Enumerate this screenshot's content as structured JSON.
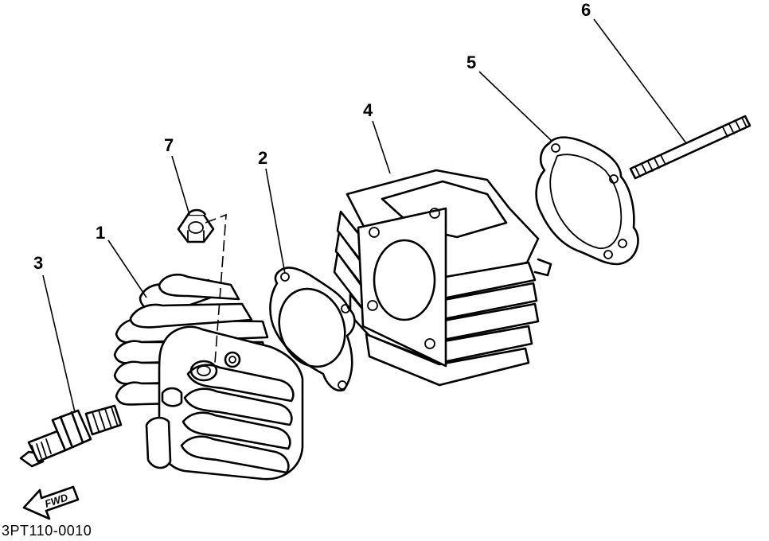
{
  "callouts": [
    {
      "id": "1",
      "label": "1"
    },
    {
      "id": "2",
      "label": "2"
    },
    {
      "id": "3",
      "label": "3"
    },
    {
      "id": "4",
      "label": "4"
    },
    {
      "id": "5",
      "label": "5"
    },
    {
      "id": "6",
      "label": "6"
    },
    {
      "id": "7",
      "label": "7"
    }
  ],
  "direction_arrow": {
    "label": "FWD"
  },
  "diagram_code": "3PT110-0010"
}
